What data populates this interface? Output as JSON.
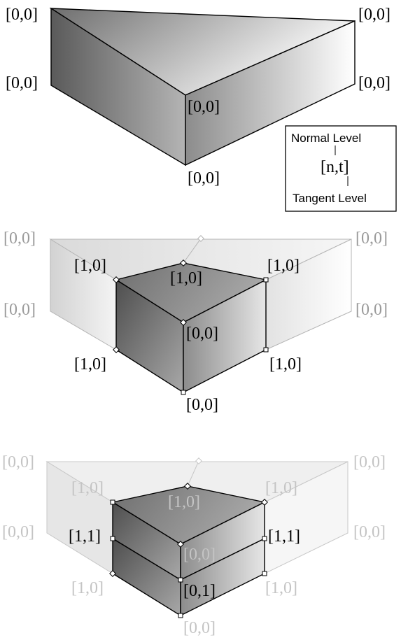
{
  "legend": {
    "top": "Normal Level",
    "key": "[n,t]",
    "bottom": "Tangent Level"
  },
  "panel1": {
    "labels": {
      "top_left": "[0,0]",
      "top_right": "[0,0]",
      "mid_left": "[0,0]",
      "mid_right": "[0,0]",
      "center": "[0,0]",
      "bottom": "[0,0]"
    }
  },
  "panel2": {
    "labels": {
      "outer_top_left": "[0,0]",
      "outer_top_right": "[0,0]",
      "outer_mid_left": "[0,0]",
      "outer_mid_right": "[0,0]",
      "inner_top_left": "[1,0]",
      "inner_top_center": "[1,0]",
      "inner_top_right": "[1,0]",
      "inner_center": "[0,0]",
      "inner_bottom_left": "[1,0]",
      "inner_bottom_right": "[1,0]",
      "bottom": "[0,0]"
    }
  },
  "panel3": {
    "labels": {
      "outer_top_left": "[0,0]",
      "outer_top_right": "[0,0]",
      "outer_mid_left": "[0,0]",
      "outer_mid_right": "[0,0]",
      "faded_top_left": "[1,0]",
      "faded_top_center": "[1,0]",
      "faded_top_right": "[1,0]",
      "mid_left": "[1,1]",
      "mid_right": "[1,1]",
      "faded_center": "[0,0]",
      "lower_center": "[0,1]",
      "faded_bottom_left": "[1,0]",
      "faded_bottom_right": "[1,0]",
      "bottom": "[0,0]"
    }
  }
}
